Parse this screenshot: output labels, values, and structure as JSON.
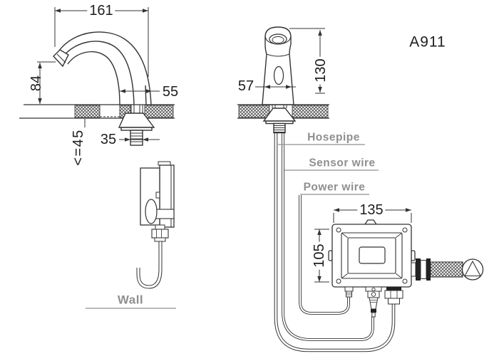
{
  "drawing": {
    "model": "A911",
    "dims": {
      "spout_reach": "161",
      "spout_height": "84",
      "base_offset": "55",
      "shank_width": "35",
      "counter_thickness": "<=45",
      "body_diameter": "57",
      "body_height": "130",
      "box_width": "135",
      "box_height": "105"
    },
    "labels": {
      "hosepipe": "Hosepipe",
      "sensor_wire": "Sensor wire",
      "power_wire": "Power wire",
      "wall": "Wall"
    },
    "colors": {
      "line": "#333333",
      "label_gray": "#8f8f8f",
      "background": "#ffffff"
    }
  }
}
